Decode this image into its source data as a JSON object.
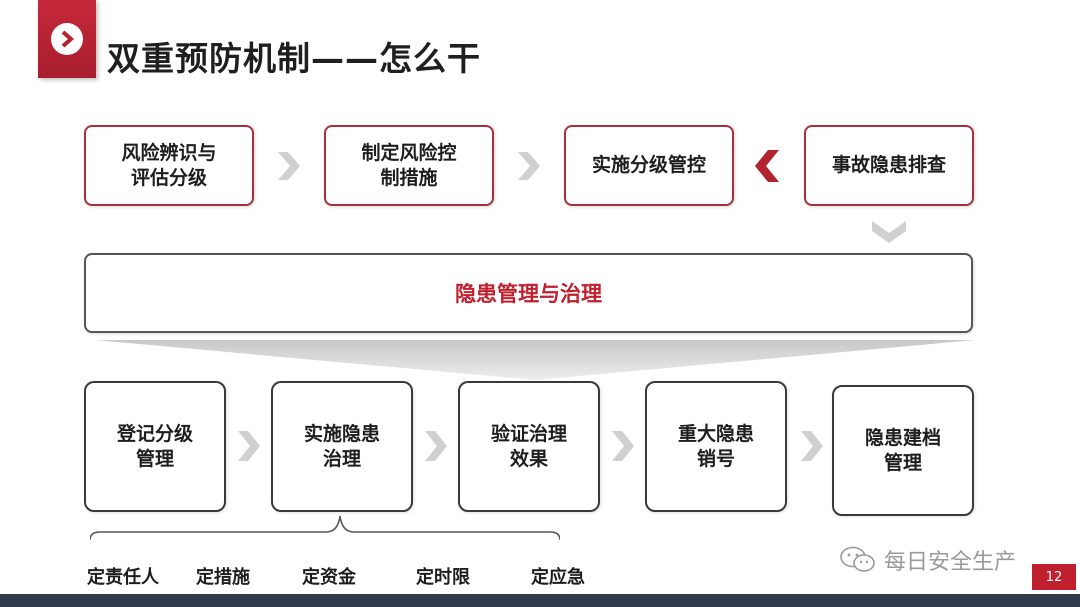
{
  "header": {
    "title": "双重预防机制——怎么干"
  },
  "top_flow": [
    {
      "label_line1": "风险辨识与",
      "label_line2": "评估分级"
    },
    {
      "label_line1": "制定风险控",
      "label_line2": "制措施"
    },
    {
      "label_line1": "实施分级管控",
      "label_line2": ""
    },
    {
      "label_line1": "事故隐患排查",
      "label_line2": ""
    }
  ],
  "main_box": {
    "label": "隐患管理与治理"
  },
  "bottom_flow": [
    {
      "label_line1": "登记分级",
      "label_line2": "管理"
    },
    {
      "label_line1": "实施隐患",
      "label_line2": "治理"
    },
    {
      "label_line1": "验证治理",
      "label_line2": "效果"
    },
    {
      "label_line1": "重大隐患",
      "label_line2": "销号"
    },
    {
      "label_line1": "隐患建档",
      "label_line2": "管理"
    }
  ],
  "sub_items": [
    "定责任人",
    "定措施",
    "定资金",
    "定时限",
    "定应急"
  ],
  "watermark": {
    "text": "每日安全生产"
  },
  "page_number": "12",
  "colors": {
    "accent_red": "#c0202e",
    "box_border_red": "#a8303e",
    "chevron_gray": "#d0d0d0",
    "bottom_bar": "#2f3a4a"
  }
}
